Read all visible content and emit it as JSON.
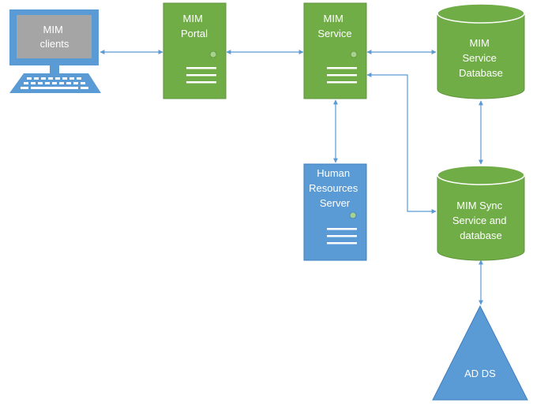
{
  "colors": {
    "green": "#71ad47",
    "green_dark": "#5d9439",
    "blue": "#5b9bd5",
    "blue_dark": "#3f7fbf",
    "connector": "#5b9bd5",
    "led": "#a9d18e",
    "screen": "#a5a5a5"
  },
  "nodes": {
    "clients": {
      "lines": [
        "MIM",
        "clients"
      ],
      "icon": "desktop-computer-icon"
    },
    "portal": {
      "lines": [
        "MIM",
        "Portal"
      ],
      "icon": "server-icon"
    },
    "service": {
      "lines": [
        "MIM",
        "Service"
      ],
      "icon": "server-icon"
    },
    "service_db": {
      "lines": [
        "MIM",
        "Service",
        "Database"
      ],
      "icon": "database-cylinder-icon"
    },
    "hr_server": {
      "lines": [
        "Human",
        "Resources",
        "Server"
      ],
      "icon": "server-icon"
    },
    "sync_db": {
      "lines": [
        "MIM Sync",
        "Service and",
        "database"
      ],
      "icon": "database-cylinder-icon"
    },
    "adds": {
      "lines": [
        "AD DS"
      ],
      "icon": "triangle-icon"
    }
  },
  "connections": [
    {
      "from": "MIM clients",
      "to": "MIM Portal",
      "arrows": "both"
    },
    {
      "from": "MIM Portal",
      "to": "MIM Service",
      "arrows": "both"
    },
    {
      "from": "MIM Service",
      "to": "MIM Service Database",
      "arrows": "both"
    },
    {
      "from": "MIM Service",
      "to": "Human Resources Server",
      "arrows": "both"
    },
    {
      "from": "MIM Service",
      "to": "MIM Sync Service and database",
      "arrows": "both"
    },
    {
      "from": "MIM Service Database",
      "to": "MIM Sync Service and database",
      "arrows": "both"
    },
    {
      "from": "MIM Sync Service and database",
      "to": "AD DS",
      "arrows": "both"
    }
  ]
}
